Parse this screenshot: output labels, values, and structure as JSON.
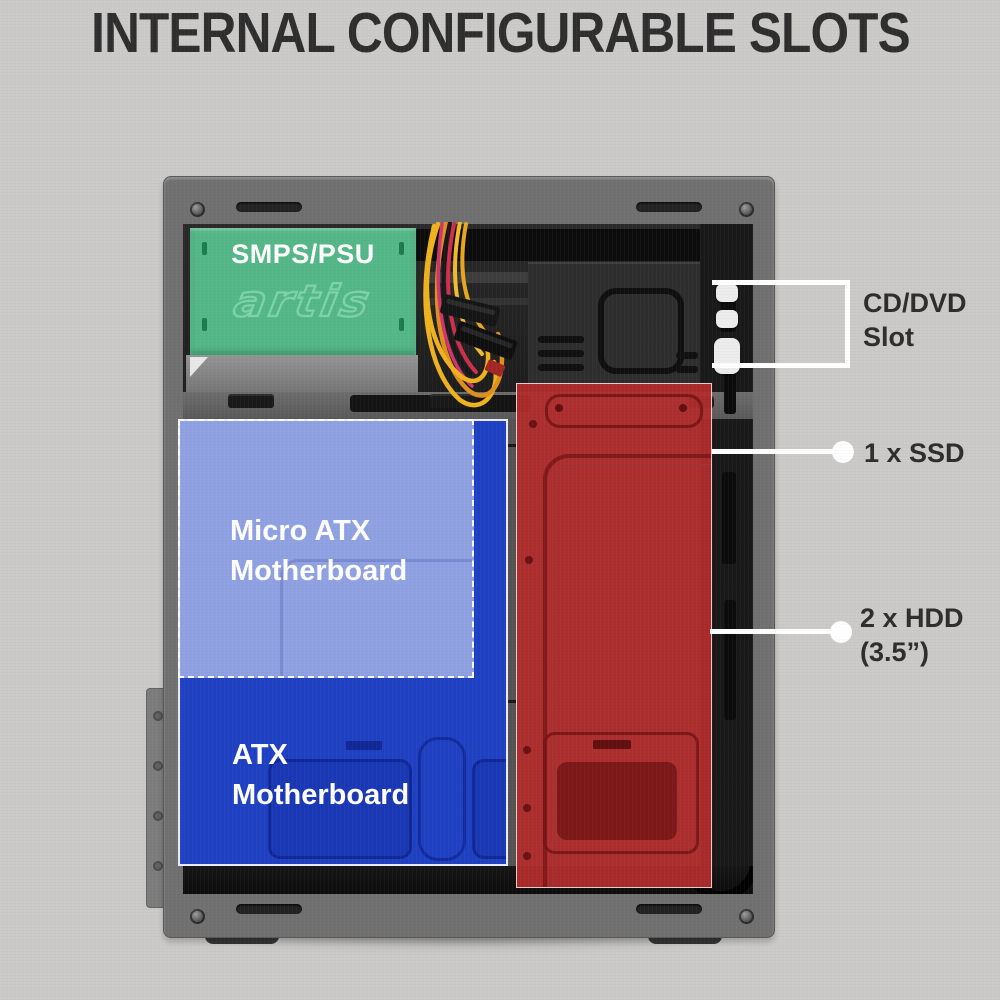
{
  "title": "INTERNAL CONFIGURABLE SLOTS",
  "colors": {
    "background": "#cbcac9",
    "title": "#2e2e2f",
    "case_frame": "#707070"
  },
  "psu": {
    "label": "SMPS/PSU",
    "brand": "artis",
    "color": "#54b787"
  },
  "overlays": {
    "micro_atx": {
      "line1": "Micro ATX",
      "line2": "Motherboard",
      "color": "rgba(237,241,255,0.55)"
    },
    "atx": {
      "line1": "ATX",
      "line2": "Motherboard",
      "color": "rgba(25,62,206,0.90)"
    },
    "drive_bays": {
      "color": "rgba(177,44,44,0.94)"
    }
  },
  "callouts": {
    "cd_dvd": {
      "line1": "CD/DVD",
      "line2": "Slot"
    },
    "ssd": {
      "label": "1 x SSD"
    },
    "hdd": {
      "line1": "2 x HDD",
      "line2": "(3.5”)"
    },
    "line_color": "#ffffff",
    "text_color": "#2d2d2d"
  }
}
